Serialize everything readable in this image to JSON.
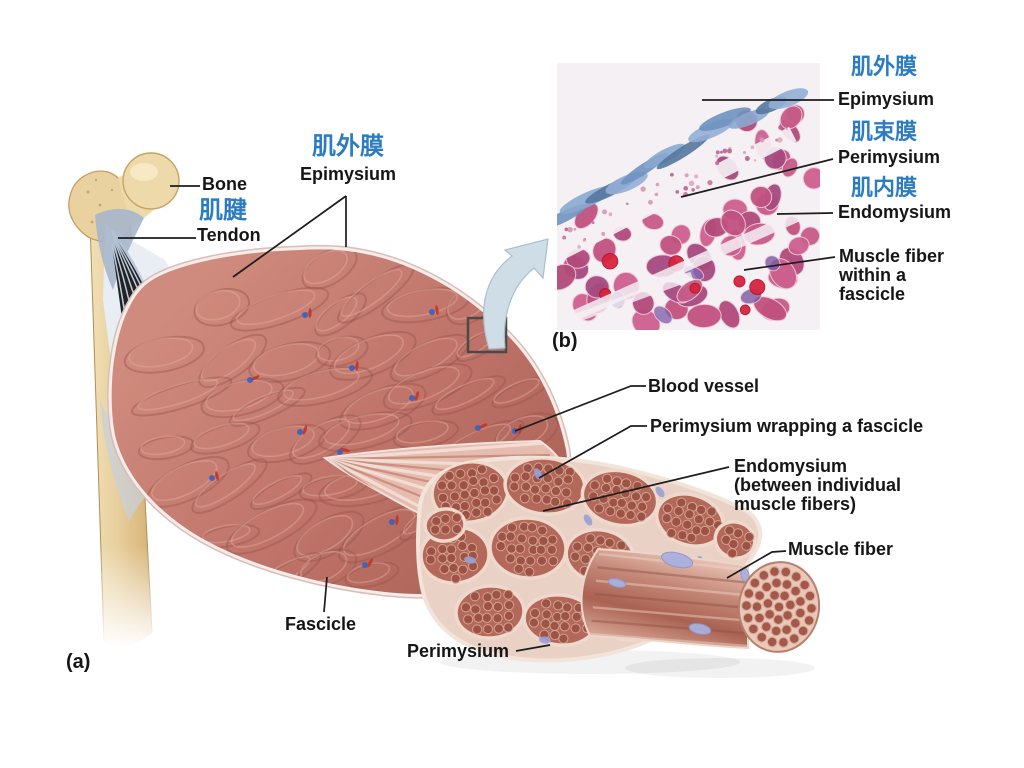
{
  "panel_tags": {
    "a": "(a)",
    "b": "(b)"
  },
  "colors": {
    "label_blue": "#2b7cc0",
    "label_black": "#161616",
    "muscle_pink": "#c0756a",
    "bone_cream": "#ecd6a4",
    "stain_magenta": "#cd5f8e",
    "stain_blue": "#7d9ec9",
    "arrow_blue_gray": "#cfdde6"
  },
  "labels": {
    "bone": {
      "en": "Bone"
    },
    "tendon": {
      "cn": "肌腱",
      "en": "Tendon"
    },
    "epimysium_main": {
      "cn": "肌外膜",
      "en": "Epimysium"
    },
    "micro_epimysium": {
      "cn": "肌外膜",
      "en": "Epimysium"
    },
    "micro_perimysium": {
      "cn": "肌束膜",
      "en": "Perimysium"
    },
    "micro_endomysium": {
      "cn": "肌内膜",
      "en": "Endomysium"
    },
    "micro_muscle_fiber": {
      "lines": [
        "Muscle fiber",
        "within a",
        "fascicle"
      ]
    },
    "blood_vessel": {
      "en": "Blood vessel"
    },
    "perimysium_wrapping": {
      "en": "Perimysium wrapping a fascicle"
    },
    "endomysium_between": {
      "lines": [
        "Endomysium",
        "(between individual",
        "muscle fibers)"
      ]
    },
    "muscle_fiber": {
      "en": "Muscle fiber"
    },
    "fascicle": {
      "en": "Fascicle"
    },
    "perimysium": {
      "en": "Perimysium"
    }
  }
}
